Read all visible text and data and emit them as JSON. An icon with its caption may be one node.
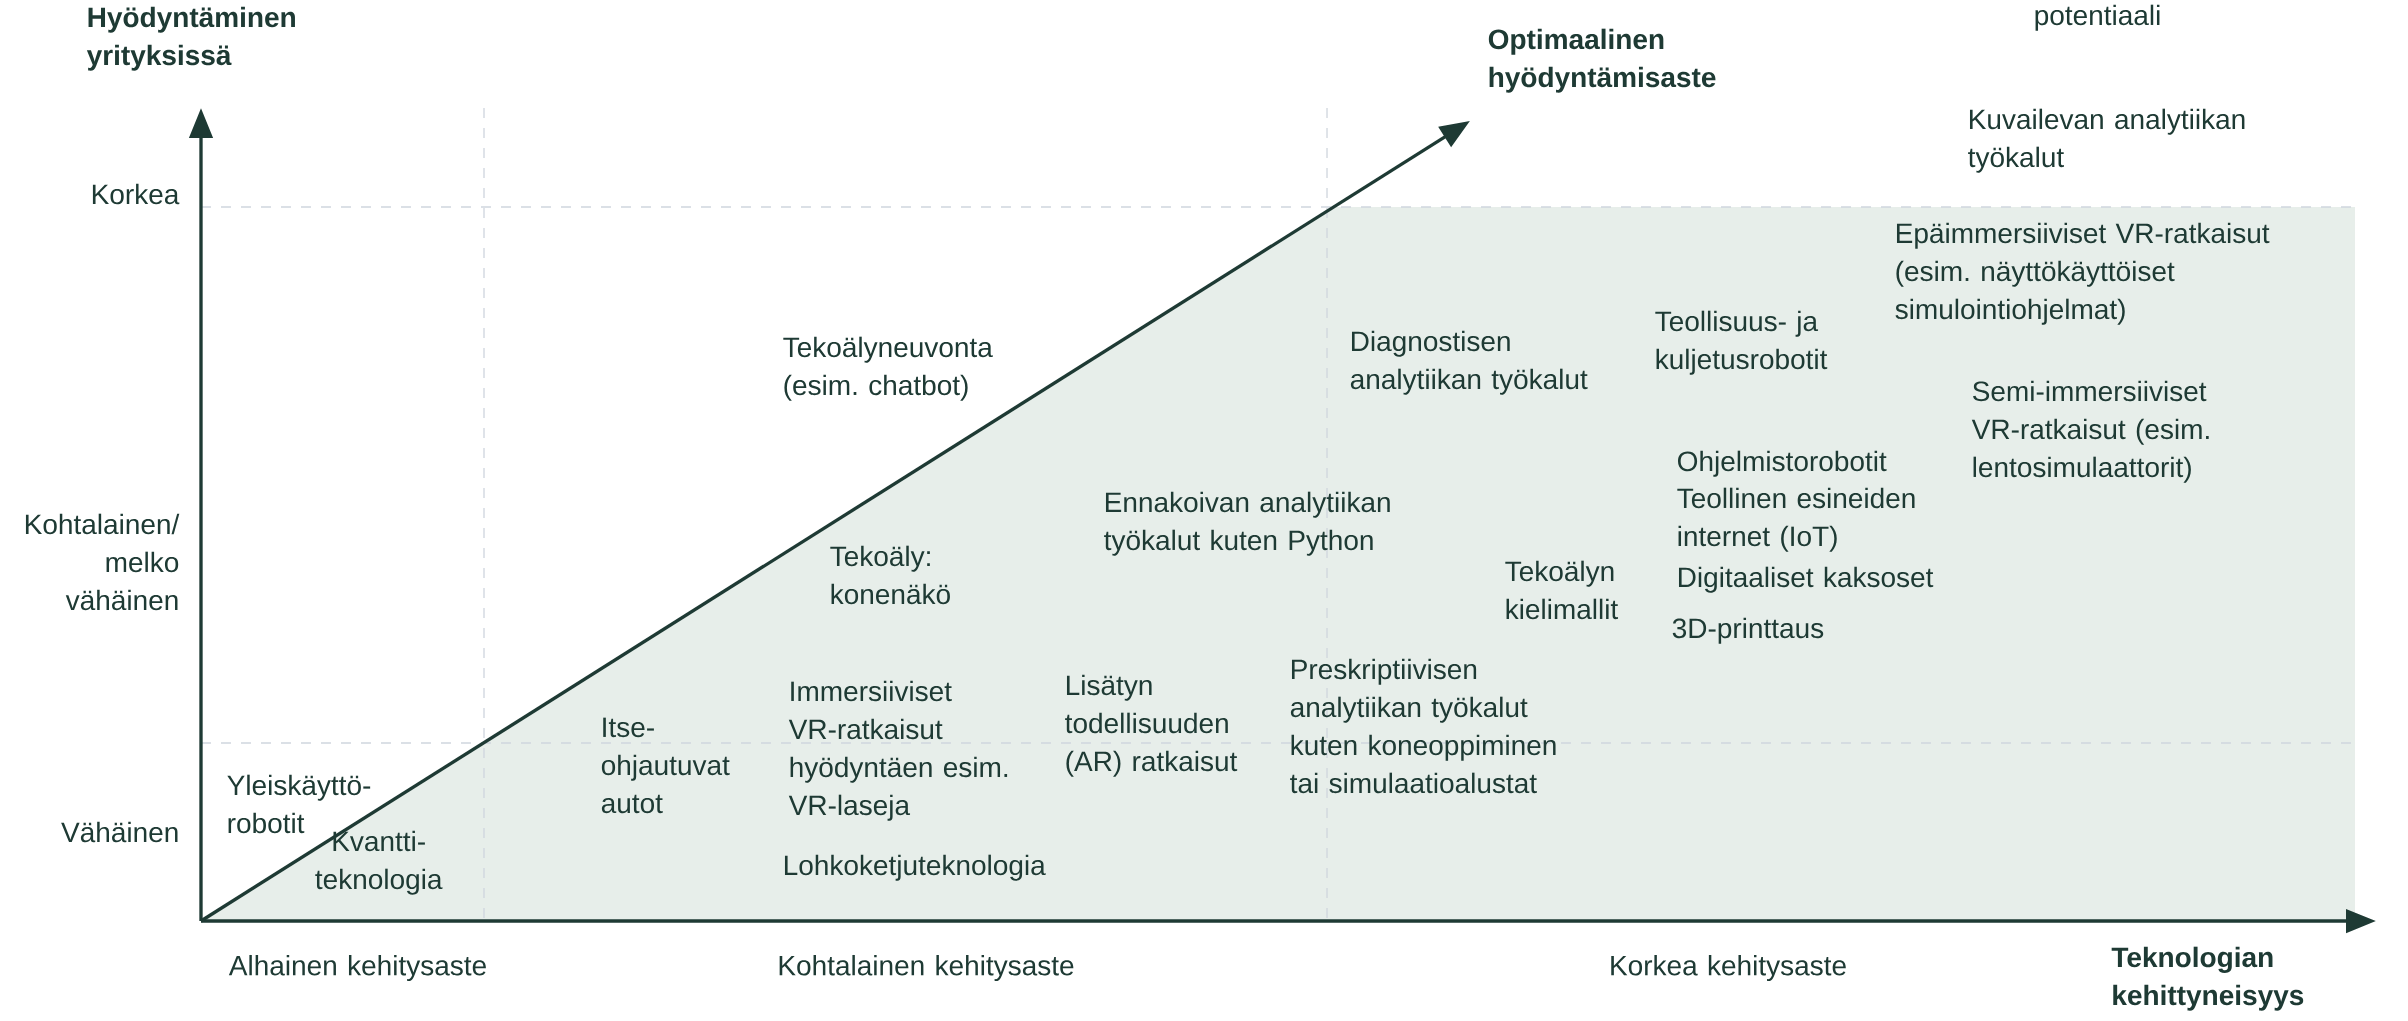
{
  "diagram": {
    "labels": [
      "Hyödyntäminen yrityksissä",
      "potentiaali",
      "Optimaalinen hyödyntämisaste",
      "Kuvailevan analytiikan työkalut",
      "Korkea",
      "Epäimmersiiviset VR-ratkaisut (esim. näyttökäyttöiset simulointiohjelmat)",
      "Teollisuus- ja kuljetusrobotit",
      "Diagnostisen analytiikan työkalut",
      "Tekoälyneuvonta (esim. chatbot)",
      "Semi-immersiiviset VR-ratkaisut (esim. lentosimulaattorit)",
      "Ohjelmistorobotit",
      "Teollinen esineiden internet (IoT)",
      "Ennakoivan analytiikan työkalut kuten Python",
      "Kohtalainen/ melko vähäinen",
      "Digitaaliset kaksoset",
      "Tekoäly: konenäkö",
      "Tekoälyn kielimallit",
      "3D-printtaus",
      "Preskriptiivisen analytiikan työkalut kuten koneoppiminen tai simulaatioalustat",
      "Lisätyn todellisuuden (AR) ratkaisut",
      "Immersiiviset VR-ratkaisut hyödyntäen esim. VR-laseja",
      "Itse-ohjautuvat autot",
      "Yleiskäyttö-robotit",
      "Vähäinen",
      "Kvantti-teknologia",
      "Lohkoketjuteknologia",
      "Alhainen kehitysaste",
      "Kohtalainen kehitysaste",
      "Korkea kehitysaste",
      "Teknologian kehittyneisyys"
    ]
  }
}
